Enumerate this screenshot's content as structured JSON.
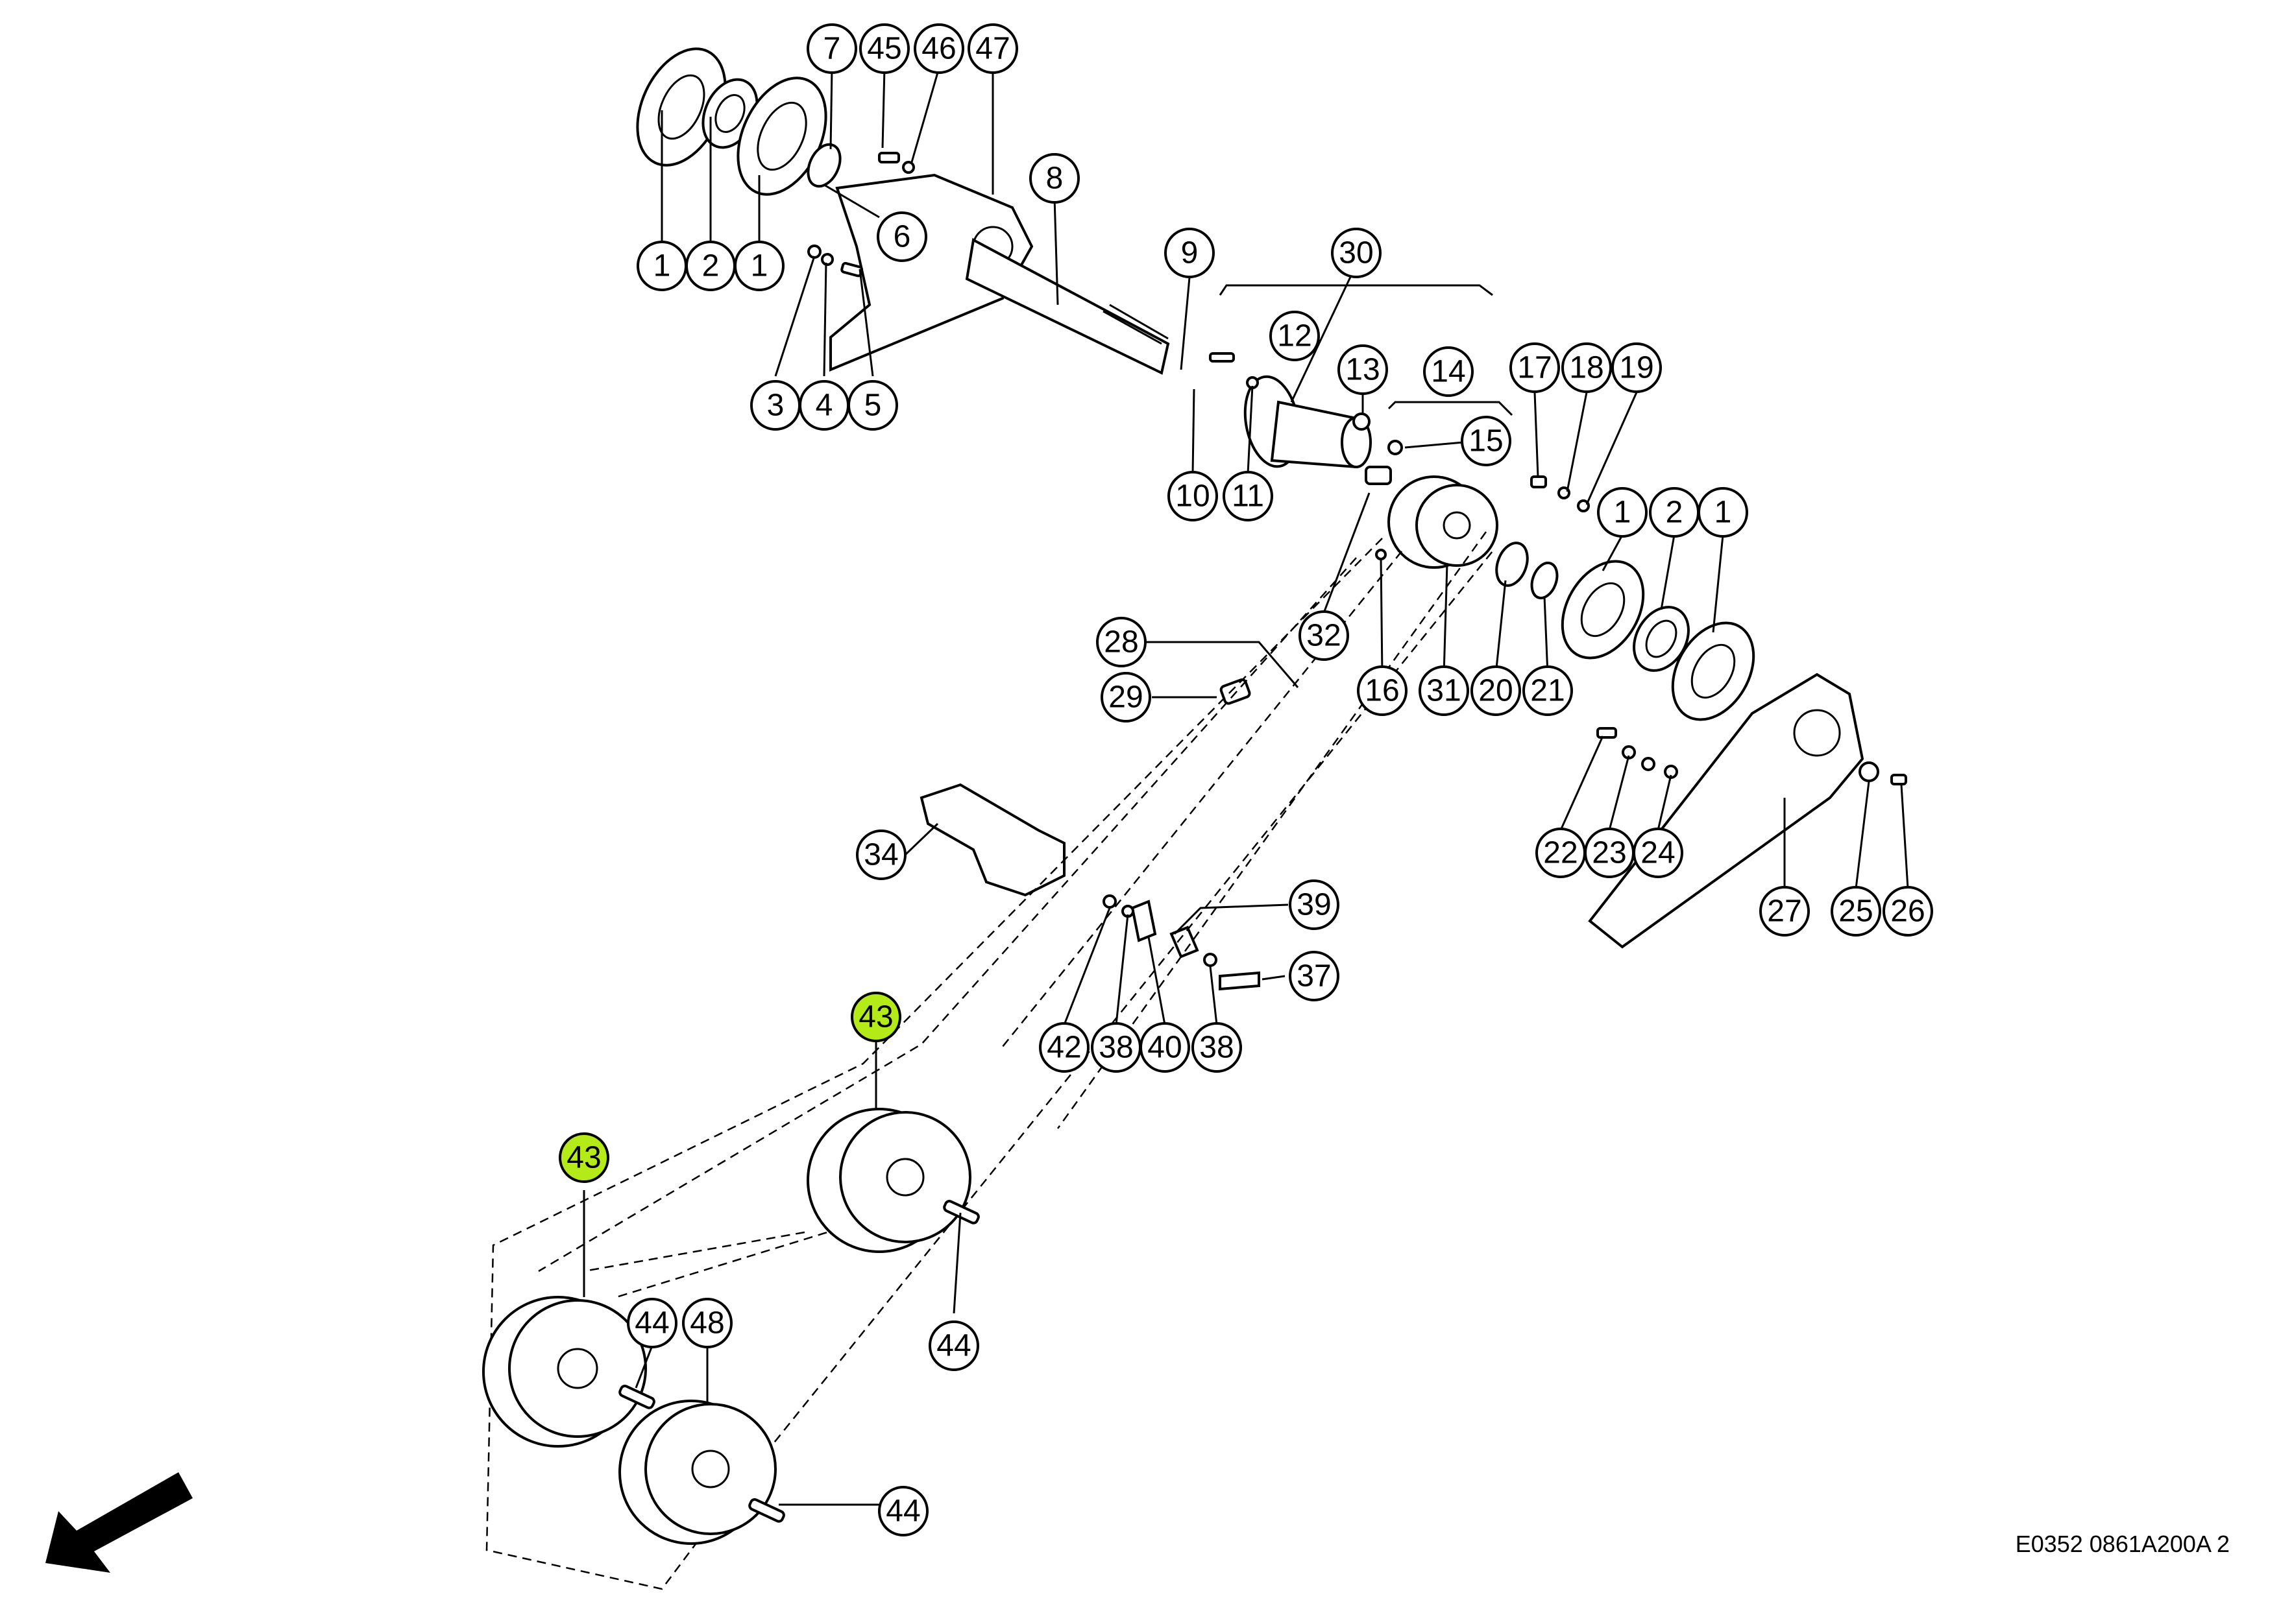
{
  "title": "Drive chain assembly exploded view",
  "doc_code": "E0352 0861A200A 2",
  "highlight_color": "#b5ea19",
  "direction_arrow": "front-direction-arrow",
  "callouts": [
    "1",
    "2",
    "1",
    "7",
    "45",
    "46",
    "47",
    "8",
    "6",
    "3",
    "4",
    "5",
    "9",
    "30",
    "12",
    "13",
    "14",
    "15",
    "10",
    "11",
    "17",
    "18",
    "19",
    "1",
    "2",
    "1",
    "32",
    "16",
    "31",
    "20",
    "21",
    "28",
    "29",
    "22",
    "23",
    "24",
    "27",
    "25",
    "26",
    "34",
    "39",
    "37",
    "42",
    "38",
    "40",
    "38",
    "43",
    "43",
    "44",
    "48",
    "44",
    "44"
  ]
}
